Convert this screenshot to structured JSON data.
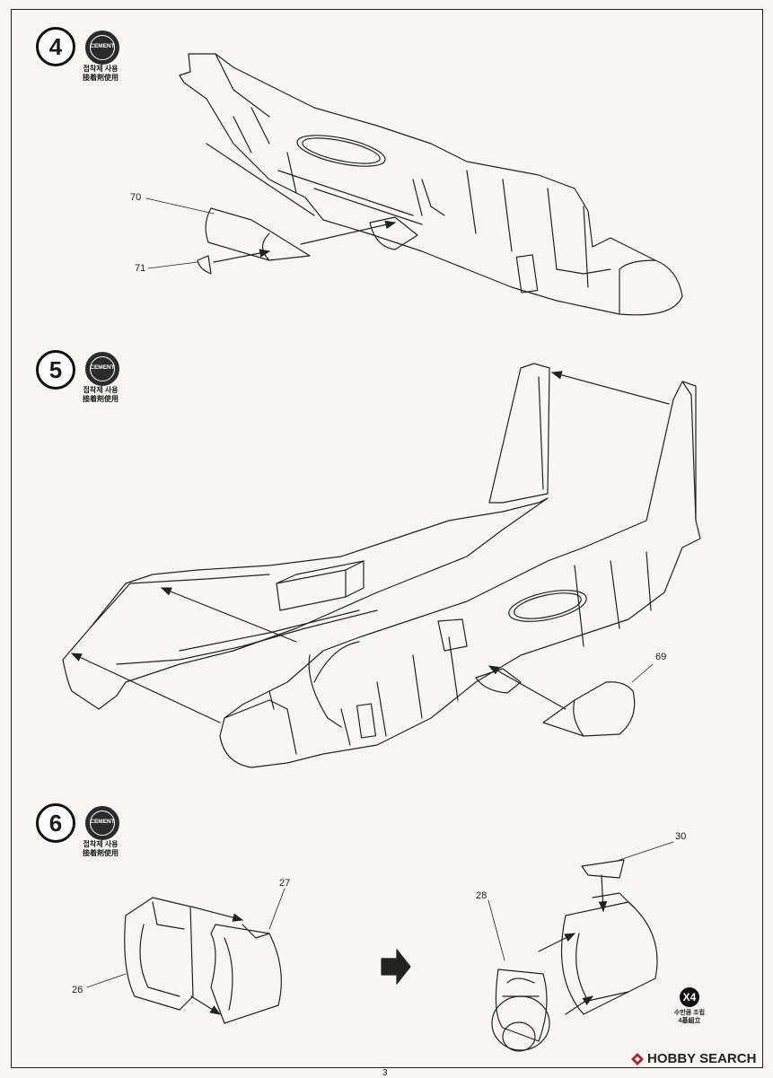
{
  "steps": [
    {
      "number": "4",
      "cement": "CEMENT",
      "caption_kr": "접착제 사용",
      "caption_jp": "接着剤使用"
    },
    {
      "number": "5",
      "cement": "CEMENT",
      "caption_kr": "접착제 사용",
      "caption_jp": "接着剤使用"
    },
    {
      "number": "6",
      "cement": "CEMENT",
      "caption_kr": "접착제 사용",
      "caption_jp": "接着剤使用"
    }
  ],
  "parts": {
    "p70": "70",
    "p71": "71",
    "p69": "69",
    "p27": "27",
    "p26": "26",
    "p28": "28",
    "p30": "30"
  },
  "repeat": {
    "badge": "X4",
    "caption_kr": "수만큼 조립",
    "caption_jp": "4基組立"
  },
  "watermark": "HOBBY SEARCH",
  "page_number": "3"
}
